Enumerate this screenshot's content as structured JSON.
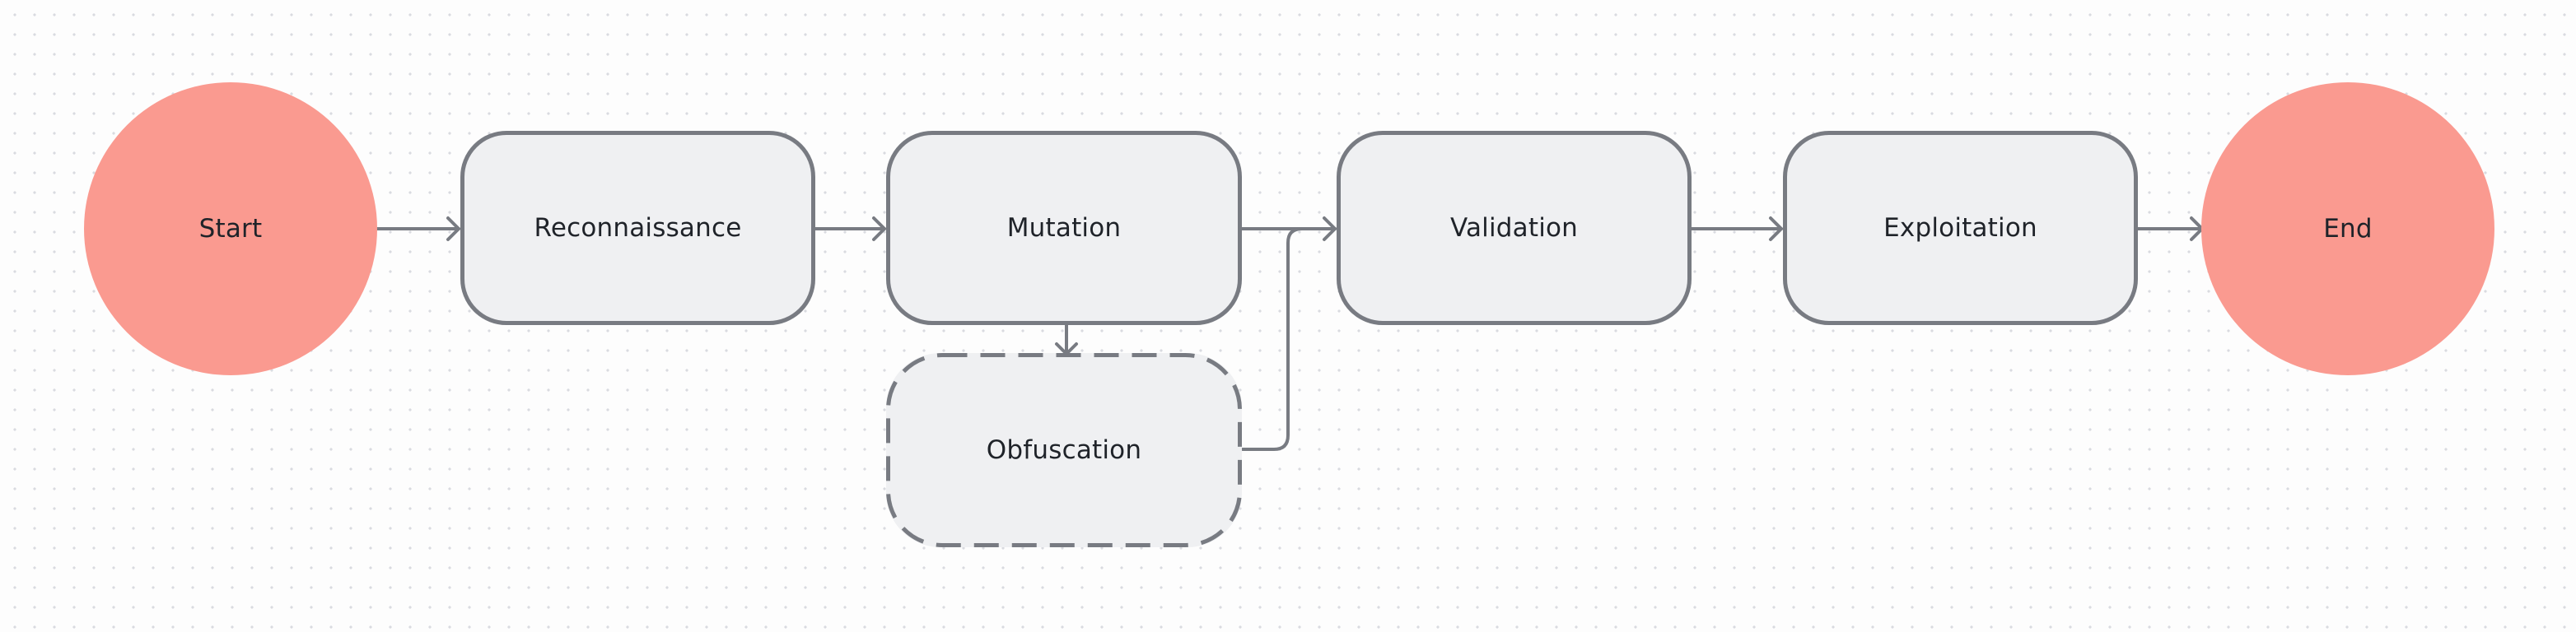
{
  "diagram": {
    "type": "flowchart",
    "nodes": {
      "start": {
        "label": "Start",
        "shape": "circle"
      },
      "reconnaissance": {
        "label": "Reconnaissance",
        "shape": "rounded-rect"
      },
      "mutation": {
        "label": "Mutation",
        "shape": "rounded-rect"
      },
      "obfuscation": {
        "label": "Obfuscation",
        "shape": "dashed-rounded-rect"
      },
      "validation": {
        "label": "Validation",
        "shape": "rounded-rect"
      },
      "exploitation": {
        "label": "Exploitation",
        "shape": "rounded-rect"
      },
      "end": {
        "label": "End",
        "shape": "circle"
      }
    },
    "edges": [
      {
        "from": "Start",
        "to": "Reconnaissance"
      },
      {
        "from": "Reconnaissance",
        "to": "Mutation"
      },
      {
        "from": "Mutation",
        "to": "Validation"
      },
      {
        "from": "Mutation",
        "to": "Obfuscation"
      },
      {
        "from": "Obfuscation",
        "to": "Validation"
      },
      {
        "from": "Validation",
        "to": "Exploitation"
      },
      {
        "from": "Exploitation",
        "to": "End"
      }
    ]
  },
  "colors": {
    "terminal_fill": "#fa9a90",
    "step_fill": "#eff0f2",
    "step_border": "#787b82",
    "connector": "#787b82",
    "text": "#1f2329",
    "background_dots": "#d9dbe0"
  }
}
